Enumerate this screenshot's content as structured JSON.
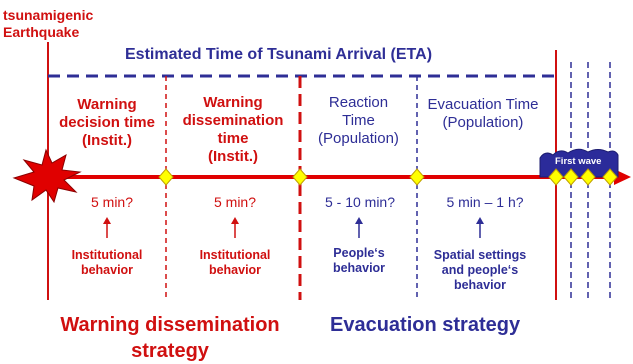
{
  "event_label": "tsunamigenic Earthquake",
  "eta_label": "Estimated  Time of Tsunami Arrival (ETA)",
  "first_wave_label": "First wave",
  "phases": [
    {
      "title": "Warning decision time (Instit.)",
      "lines": [
        "Warning",
        "decision time",
        "(Instit.)"
      ],
      "duration": "5 min?",
      "actor": [
        "Institutional",
        "behavior"
      ],
      "color": "#d01010"
    },
    {
      "title": "Warning dissemination time (Instit.)",
      "lines": [
        "Warning",
        "dissemination",
        "time",
        "(Instit.)"
      ],
      "duration": "5 min?",
      "actor": [
        "Institutional",
        "behavior"
      ],
      "color": "#d01010"
    },
    {
      "title": "Reaction Time (Population)",
      "lines": [
        "Reaction",
        "Time",
        "(Population)"
      ],
      "duration": "5 - 10 min?",
      "actor": [
        "People‘s",
        "behavior"
      ],
      "color": "#2e2e96"
    },
    {
      "title": "Evacuation Time (Population)",
      "lines": [
        "Evacuation Time",
        "(Population)"
      ],
      "duration": "5 min – 1 h?",
      "actor": [
        "Spatial settings",
        "and people‘s",
        "behavior"
      ],
      "color": "#2e2e96"
    }
  ],
  "strategies": {
    "warning": [
      "Warning dissemination",
      "strategy"
    ],
    "evacuation": "Evacuation strategy"
  },
  "colors": {
    "red": "#d01010",
    "blue": "#2e2e96",
    "timeline": "#e00000",
    "marker": "#ffff00"
  }
}
